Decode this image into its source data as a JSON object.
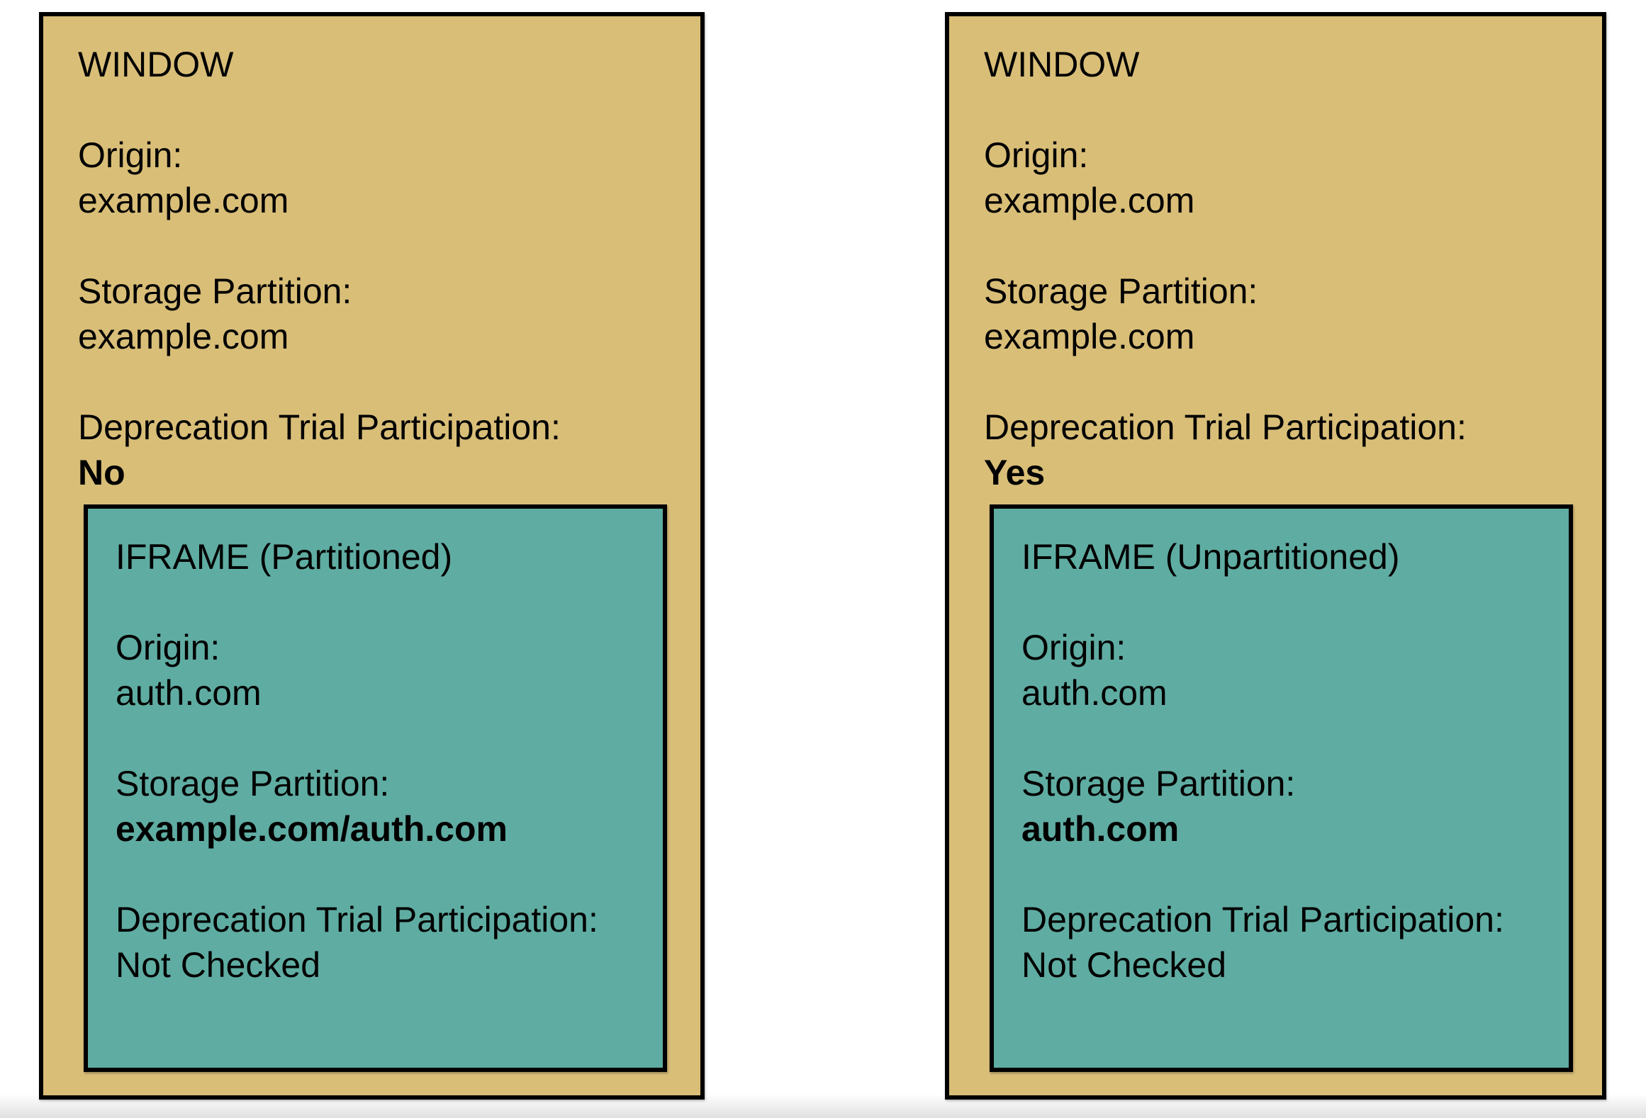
{
  "colors": {
    "window_bg": "#d9be78",
    "iframe_bg": "#5faca2",
    "border": "#000000",
    "text": "#000000",
    "page_bg": "#ffffff"
  },
  "panels": [
    {
      "title": "WINDOW",
      "origin_label": "Origin:",
      "origin_value": "example.com",
      "storage_label": "Storage Partition:",
      "storage_value": "example.com",
      "trial_label": "Deprecation Trial Participation:",
      "trial_value": "No",
      "iframe": {
        "title": "IFRAME (Partitioned)",
        "origin_label": "Origin:",
        "origin_value": "auth.com",
        "storage_label": "Storage Partition:",
        "storage_value": "example.com/auth.com",
        "trial_label": "Deprecation Trial Participation:",
        "trial_value": "Not Checked"
      }
    },
    {
      "title": "WINDOW",
      "origin_label": "Origin:",
      "origin_value": "example.com",
      "storage_label": "Storage Partition:",
      "storage_value": "example.com",
      "trial_label": "Deprecation Trial Participation:",
      "trial_value": "Yes",
      "iframe": {
        "title": "IFRAME (Unpartitioned)",
        "origin_label": "Origin:",
        "origin_value": "auth.com",
        "storage_label": "Storage Partition:",
        "storage_value": "auth.com",
        "trial_label": "Deprecation Trial Participation:",
        "trial_value": "Not Checked"
      }
    }
  ]
}
